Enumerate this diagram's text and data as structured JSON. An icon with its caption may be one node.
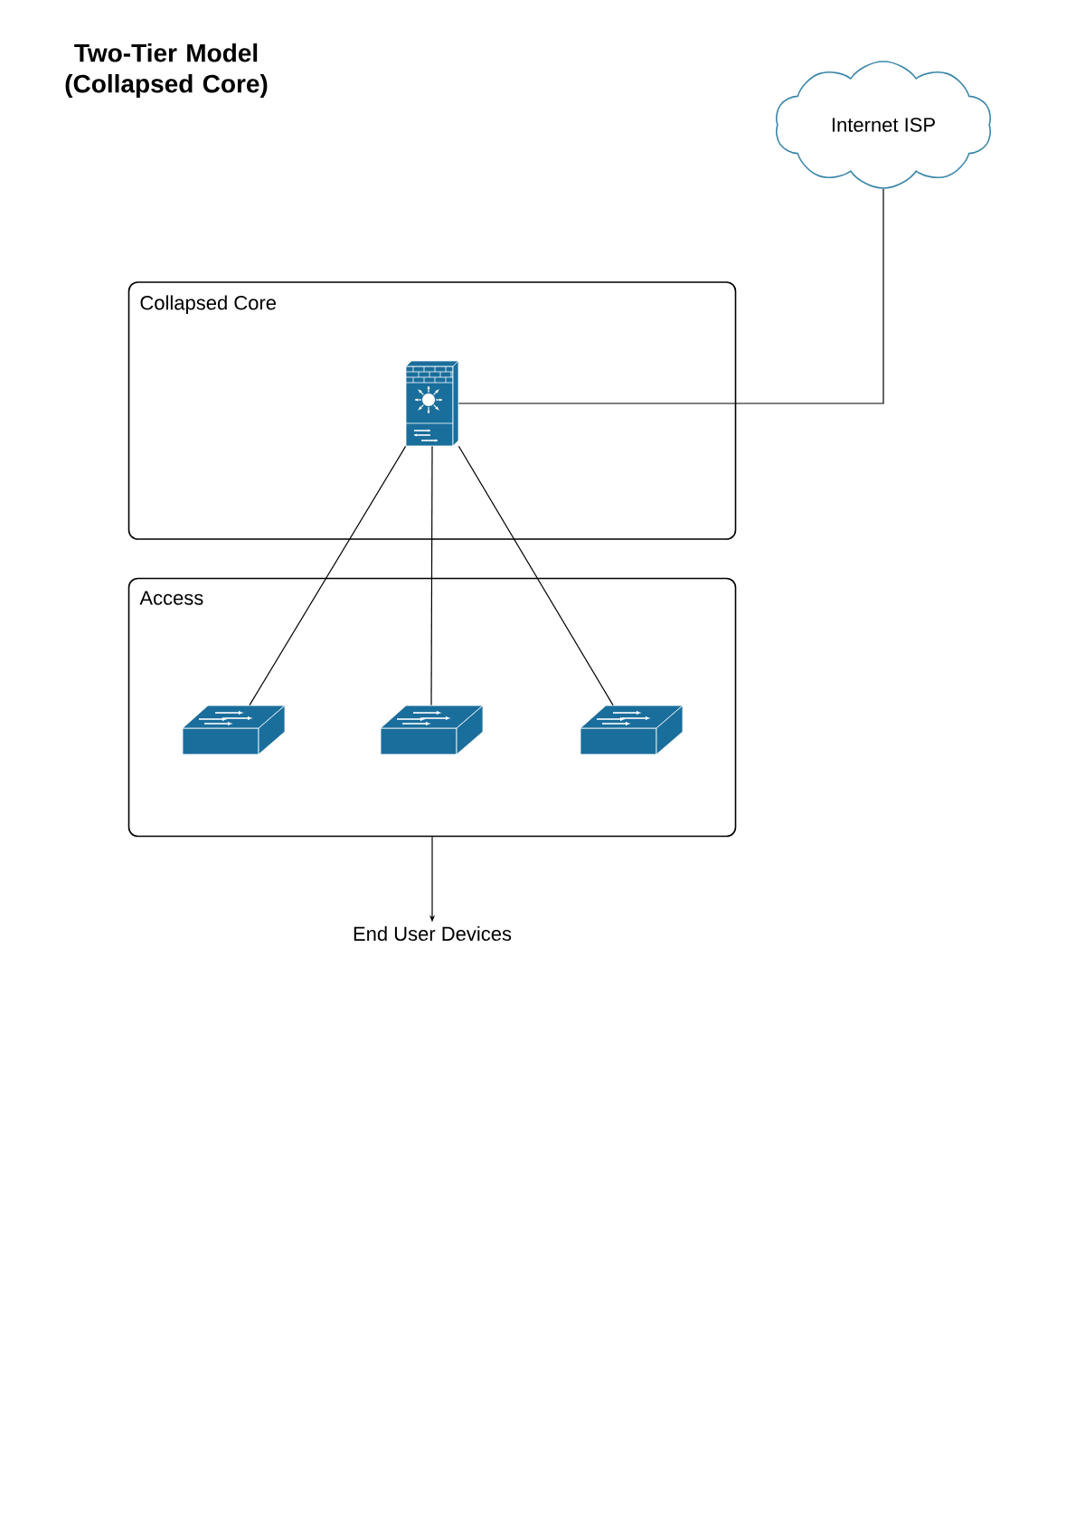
{
  "diagram": {
    "title": "Two-Tier Model (Collapsed Core)",
    "nodes": [
      {
        "text": [
          "Internet ISP"
        ]
      },
      {
        "text": [
          "Collapsed Core"
        ]
      },
      {
        "text": [],
        "shape": "picture",
        "in": 1
      },
      {
        "text": [
          "Access"
        ]
      },
      {
        "text": [],
        "shape": "picture",
        "in": 3
      },
      {
        "text": [],
        "shape": "picture",
        "in": 3
      },
      {
        "text": [],
        "shape": "picture",
        "in": 3
      },
      {
        "text": [
          "End User Devices"
        ]
      }
    ],
    "edges": [
      {
        "from": 2,
        "to": 0,
        "arrow": "none"
      },
      {
        "from": 2,
        "to": 4,
        "arrow": "none"
      },
      {
        "from": 2,
        "to": 5,
        "arrow": "none"
      },
      {
        "from": 2,
        "to": 6,
        "arrow": "none"
      },
      {
        "from": 3,
        "to": 7,
        "arrow": "to"
      }
    ]
  }
}
